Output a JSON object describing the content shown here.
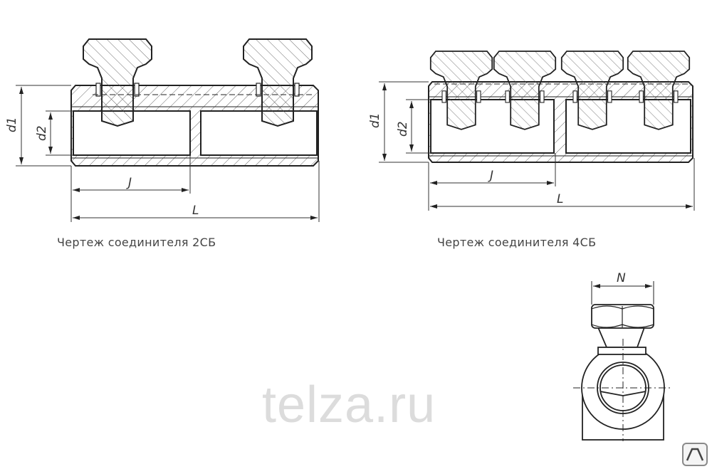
{
  "drawing_2sb": {
    "caption": "Чертеж соединителя 2СБ",
    "dims": {
      "d1": "d1",
      "d2": "d2",
      "j": "J",
      "l": "L"
    }
  },
  "drawing_4sb": {
    "caption": "Чертеж соединителя 4СБ",
    "dims": {
      "d1": "d1",
      "d2": "d2",
      "j": "J",
      "l": "L"
    }
  },
  "side_view": {
    "dims": {
      "n": "N"
    }
  },
  "watermark": "telza.ru",
  "colors": {
    "line": "#222222",
    "caption": "#444444",
    "watermark": "#dcdcdc"
  }
}
